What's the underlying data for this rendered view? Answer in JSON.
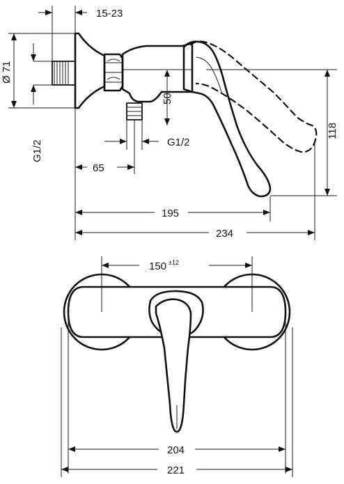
{
  "side_view": {
    "dim_wall_offset": "15-23",
    "dim_diameter": "Ø 71",
    "dim_thread_left": "G1/2",
    "dim_height_outlet": "50",
    "dim_thread_bottom": "G1/2",
    "dim_outlet_distance": "65",
    "dim_height_total": "118",
    "dim_lever_reach": "195",
    "dim_depth_total": "234"
  },
  "front_view": {
    "dim_center_distance": "150",
    "dim_center_tolerance": "±12",
    "dim_body_width": "204",
    "dim_total_width": "221"
  }
}
